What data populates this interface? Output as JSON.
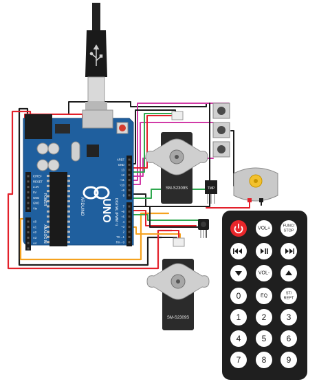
{
  "arduino": {
    "model": "UNO",
    "brand": "ARDUINO",
    "digital_label": "DIGITAL (PWM ~)",
    "pins_top": [
      "AREF",
      "GND",
      "13",
      "12",
      "~11",
      "~10",
      "~9",
      "8"
    ],
    "pins_bottom": [
      "7",
      "~6",
      "~5",
      "4",
      "~3",
      "2",
      "TX→1",
      "RX←0"
    ],
    "power_pins": [
      "IOREF",
      "RESET",
      "3.3V",
      "5V",
      "GND",
      "GND",
      "Vin"
    ],
    "power_label": "POWER",
    "analog_pins": [
      "A0",
      "A1",
      "A2",
      "A3",
      "A4",
      "A5"
    ],
    "analog_label": "ANALOG IN"
  },
  "servos": [
    {
      "label": "SM-S2309S"
    },
    {
      "label": "SM-S2309S"
    }
  ],
  "sensor": {
    "label": "TMP"
  },
  "remote": {
    "rows": [
      [
        {
          "label": "",
          "icon": "power-icon"
        },
        {
          "label": "VOL+"
        },
        {
          "label": "FUNC/\nSTOP"
        }
      ],
      [
        {
          "label": "",
          "icon": "rewind-icon"
        },
        {
          "label": "",
          "icon": "play-pause-icon"
        },
        {
          "label": "",
          "icon": "fast-forward-icon"
        }
      ],
      [
        {
          "label": "",
          "icon": "down-arrow-icon"
        },
        {
          "label": "VOL-"
        },
        {
          "label": "",
          "icon": "up-arrow-icon"
        }
      ],
      [
        {
          "label": "0"
        },
        {
          "label": "EQ"
        },
        {
          "label": "ST/\nREPT"
        }
      ],
      [
        {
          "label": "1"
        },
        {
          "label": "2"
        },
        {
          "label": "3"
        }
      ],
      [
        {
          "label": "4"
        },
        {
          "label": "5"
        },
        {
          "label": "6"
        }
      ],
      [
        {
          "label": "7"
        },
        {
          "label": "8"
        },
        {
          "label": "9"
        }
      ]
    ]
  },
  "colors": {
    "board": "#1f5f9e",
    "wire_red": "#e3202a",
    "wire_black": "#1b1b1b",
    "wire_green": "#2fa84f",
    "wire_magenta": "#d13aa6",
    "wire_orange": "#f5a21f",
    "remote_power": "#e8262a"
  }
}
